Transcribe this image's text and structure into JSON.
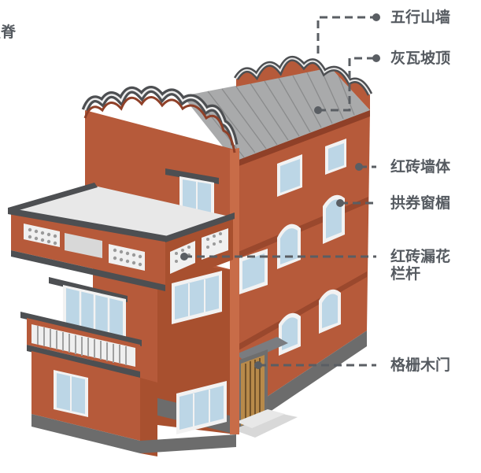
{
  "labels": {
    "ridge_partial": "屋脊",
    "wuxing_gable": "五行山墙",
    "grey_tile_roof": "灰瓦坡顶",
    "red_brick_wall": "红砖墙体",
    "arched_lintel": "拱券窗楣",
    "brick_lattice_railing_line1": "红砖漏花",
    "brick_lattice_railing_line2": "栏杆",
    "lattice_wood_door": "格栅木门"
  },
  "colors": {
    "brick": "#b65a3a",
    "brick_dark": "#8f4028",
    "brick_light": "#c86c48",
    "roof_grey": "#a9aaab",
    "trim_dark": "#4d4f52",
    "plinth": "#6c6c6c",
    "glass": "#bcd6e6",
    "window_frame": "#f2f2f2",
    "leader": "#5a5e63",
    "label_text": "#555a60",
    "door_wood": "#b88a4a"
  }
}
